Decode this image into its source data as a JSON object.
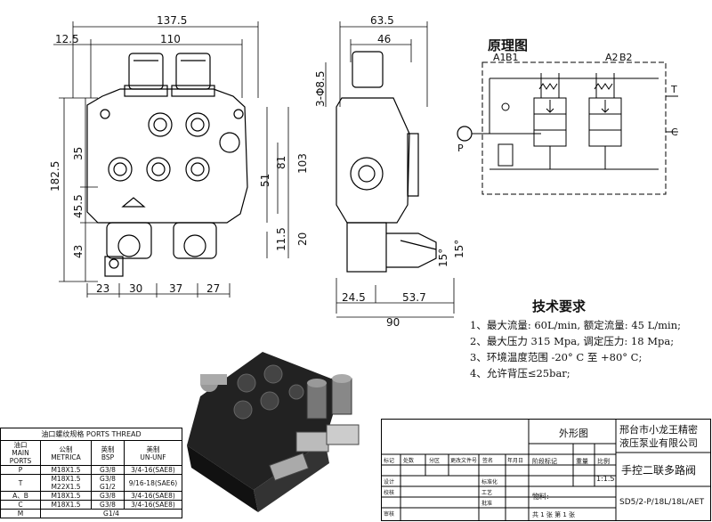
{
  "drawing": {
    "front_view": {
      "top_width": "137.5",
      "inner_width": "110",
      "left_offset": "12.5",
      "height_total": "182.5",
      "height_upper": "81",
      "height_mid": "51",
      "height_right": "103",
      "height_35": "35",
      "height_45_5": "45.5",
      "height_43": "43",
      "height_11_5": "11.5",
      "height_20": "20",
      "bottom_dims": [
        "23",
        "30",
        "37",
        "27"
      ]
    },
    "side_view": {
      "width_top": "63.5",
      "width_inner": "46",
      "hole_dia": "3-Φ8.5",
      "bottom_24_5": "24.5",
      "bottom_53_7": "53.7",
      "bottom_total": "90",
      "angle_1": "15°",
      "angle_2": "15°"
    }
  },
  "schematic": {
    "title": "原理图",
    "labels": {
      "a1": "A1",
      "b1": "B1",
      "a2": "A2",
      "b2": "B2",
      "t": "T",
      "p": "P",
      "c": "C"
    }
  },
  "requirements": {
    "title": "技术要求",
    "items": [
      "1、最大流量: 60L/min, 额定流量: 45 L/min;",
      "2、最大压力 315 Mpa, 调定压力: 18 Mpa;",
      "3、环境温度范围 -20° C 至 +80° C;",
      "4、允许背压≤25bar;"
    ]
  },
  "ports_table": {
    "title": "油口螺纹规格 PORTS THREAD",
    "headers": [
      [
        "油口",
        "MAIN PORTS"
      ],
      [
        "公制",
        "METRICA"
      ],
      [
        "英制",
        "BSP"
      ],
      [
        "美制",
        "UN-UNF"
      ]
    ],
    "rows": [
      [
        "P",
        "M18X1.5",
        "G3/8",
        "3/4-16(SAE8)"
      ],
      [
        "T",
        "M18X1.5\nM22X1.5",
        "G3/8\nG1/2",
        "9/16-18(SAE6)"
      ],
      [
        "A、B",
        "M18X1.5",
        "G3/8",
        "3/4-16(SAE8)"
      ],
      [
        "C",
        "M18X1.5",
        "G3/8",
        "3/4-16(SAE8)"
      ],
      [
        "M",
        "",
        "G1/4",
        ""
      ]
    ]
  },
  "title_block": {
    "company_line1": "邢台市小龙王精密",
    "company_line2": "液压泵业有限公司",
    "outline_label": "外形图",
    "product_name": "手控二联多路阀",
    "model": "SD5/2-P/18L/18L/AET",
    "scale_label": "比例",
    "scale_value": "1:1.5",
    "weight_label": "重量",
    "stage_label": "阶段标记",
    "material_label": "物料:",
    "sheet_info": "共 1 张 第 1 张",
    "rev_headers": [
      "标记",
      "处数",
      "分区",
      "更改文件号",
      "签名",
      "年月日"
    ],
    "roles": [
      "设计",
      "校核",
      "审核"
    ],
    "roles_mid": [
      "标准化",
      "工艺",
      "批准"
    ]
  }
}
